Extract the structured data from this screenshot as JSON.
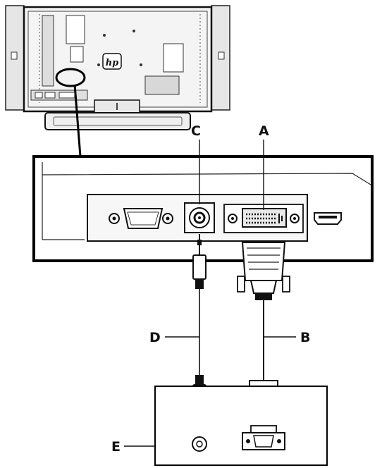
{
  "labels": {
    "a": "A",
    "b": "B",
    "c": "C",
    "d": "D",
    "e": "E"
  },
  "icons": {
    "hp_logo": "hp-logo-icon"
  },
  "colors": {
    "ink": "#111111",
    "paper": "#ffffff",
    "shade": "#c8c8c8"
  }
}
